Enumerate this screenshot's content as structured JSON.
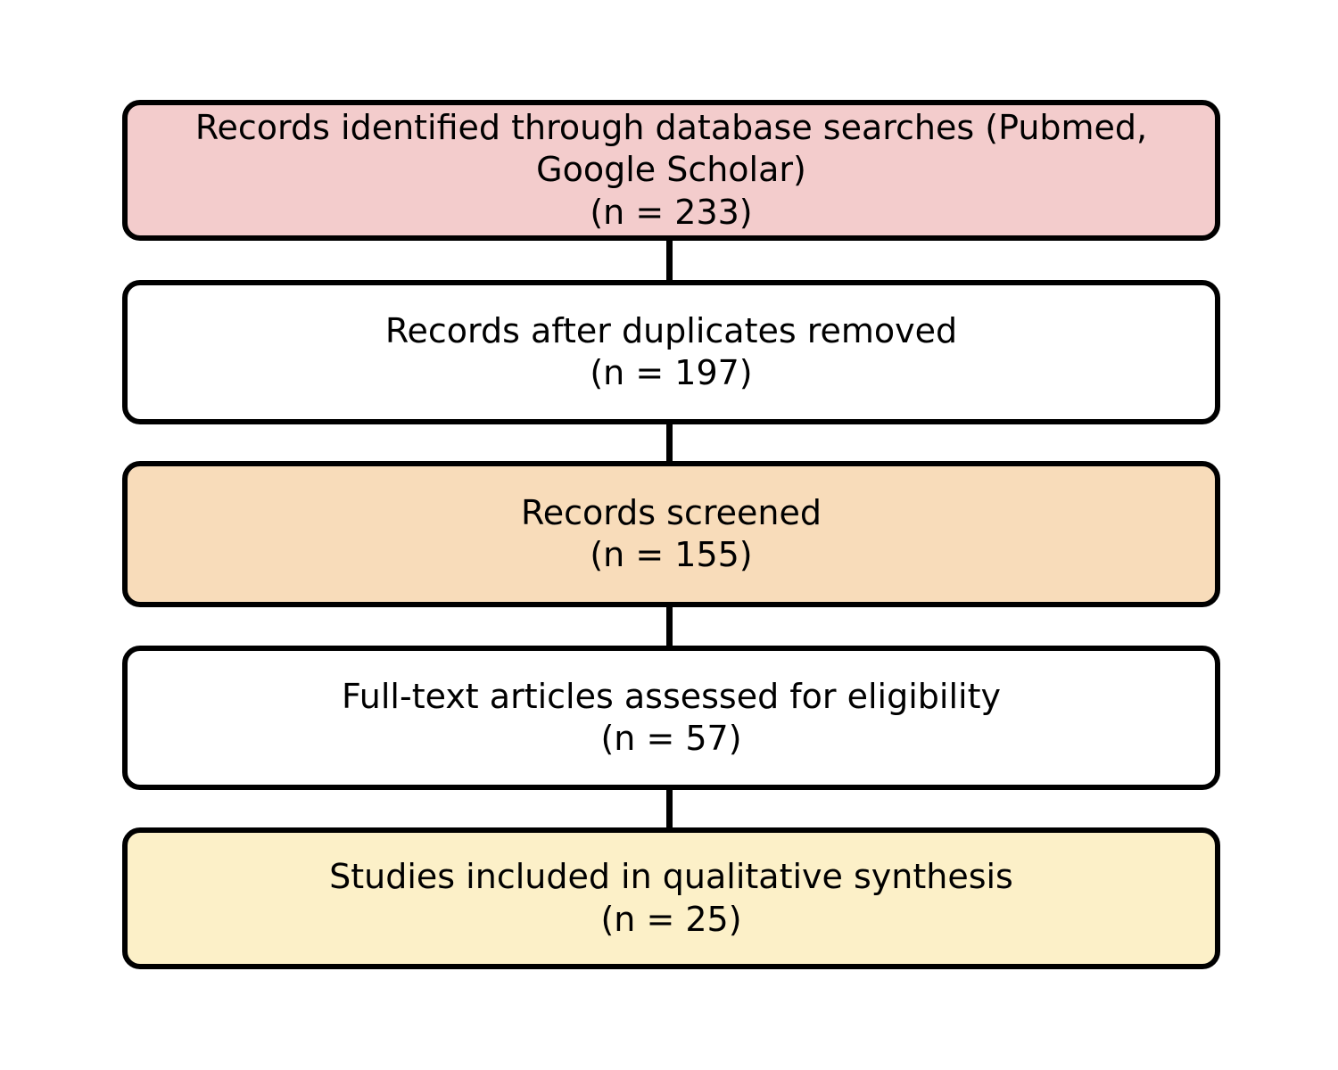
{
  "diagram": {
    "type": "flowchart",
    "description": "PRISMA-style study selection flow diagram",
    "border_color": "#000000",
    "connector_color": "#000000",
    "text_color": "#000000",
    "background_color": "#ffffff"
  },
  "boxes": [
    {
      "id": "records-identified",
      "label": "Records identified through database searches (Pubmed,\nGoogle Scholar)",
      "count": "(n = 233)",
      "fill": "#f3cccc"
    },
    {
      "id": "duplicates-removed",
      "label": "Records after duplicates removed",
      "count": "(n = 197)",
      "fill": "#ffffff"
    },
    {
      "id": "records-screened",
      "label": "Records screened",
      "count": "(n = 155)",
      "fill": "#f8dcba"
    },
    {
      "id": "fulltext-assessed",
      "label": "Full-text articles assessed for eligibility",
      "count": "(n = 57)",
      "fill": "#ffffff"
    },
    {
      "id": "studies-included",
      "label": "Studies included in qualitative synthesis",
      "count": "(n = 25)",
      "fill": "#fcf0c8"
    }
  ]
}
